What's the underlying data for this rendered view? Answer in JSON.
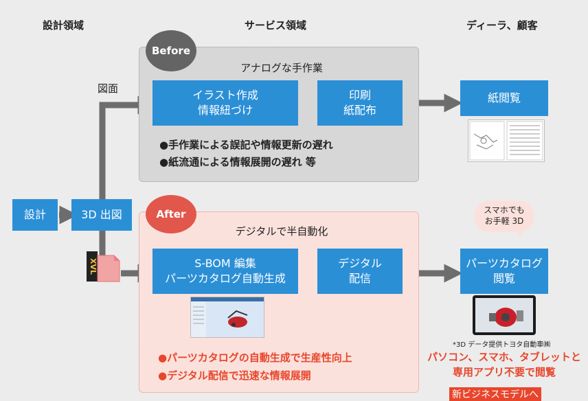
{
  "headers": {
    "design": "設計領域",
    "service": "サービス領域",
    "dealer": "ディーラ、顧客"
  },
  "before": {
    "badge": "Before",
    "title": "アナログな手作業",
    "box1": [
      "イラスト作成",
      "情報紐づけ"
    ],
    "box2": [
      "印刷",
      "紙配布"
    ],
    "dealer_box": "紙閲覧",
    "bullets": [
      "手作業による誤記や情報更新の遅れ",
      "紙流通による情報展開の遅れ 等"
    ]
  },
  "left": {
    "design": "設計",
    "output": "3D 出図",
    "drawing": "図面",
    "file_label": "XVL"
  },
  "after": {
    "badge": "After",
    "title": "デジタルで半自動化",
    "box1": [
      "S-BOM 編集",
      "パーツカタログ自動生成"
    ],
    "box2": [
      "デジタル",
      "配信"
    ],
    "dealer_box": [
      "パーツカタログ",
      "閲覧"
    ],
    "bubble": [
      "スマホでも",
      "お手軽 3D"
    ],
    "bullets": [
      "パーツカタログの自動生成で生産性向上",
      "デジタル配信で迅速な情報展開"
    ],
    "credit": "*3D データ提供トヨタ自動車㈱",
    "note": [
      "パソコン、スマホ、タブレットと",
      "専用アプリ不要で閲覧"
    ],
    "banner": "新ビジネスモデルへ"
  },
  "colors": {
    "box_blue": "#2b8fd6",
    "arrow_gray": "#6d6d6d",
    "before_circle": "#646464",
    "after_circle": "#e2574c",
    "accent_red": "#e8462c"
  }
}
